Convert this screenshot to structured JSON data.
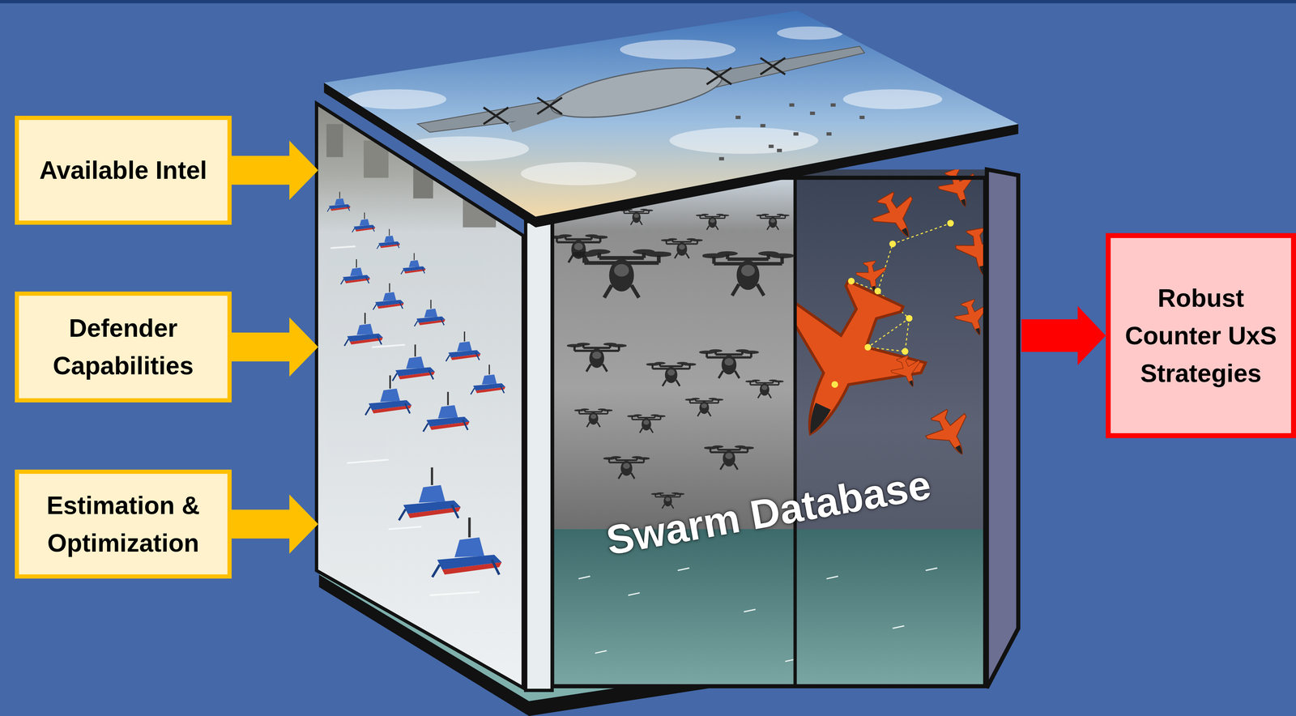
{
  "diagram": {
    "nodes": [
      {
        "text": [
          "Available Intel"
        ]
      },
      {
        "text": [
          "Defender Capabilities"
        ]
      },
      {
        "text": [
          "Estimation & Optimization"
        ]
      },
      {
        "text": [
          "Swarm Database"
        ]
      },
      {
        "text": [
          "Robust Counter UxS Strategies"
        ]
      }
    ],
    "edges": [
      {
        "from": 0,
        "to": 3,
        "arrow": "to"
      },
      {
        "from": 1,
        "to": 3,
        "arrow": "to"
      },
      {
        "from": 2,
        "to": 3,
        "arrow": "to"
      },
      {
        "from": 3,
        "to": 4,
        "arrow": "to"
      }
    ]
  }
}
